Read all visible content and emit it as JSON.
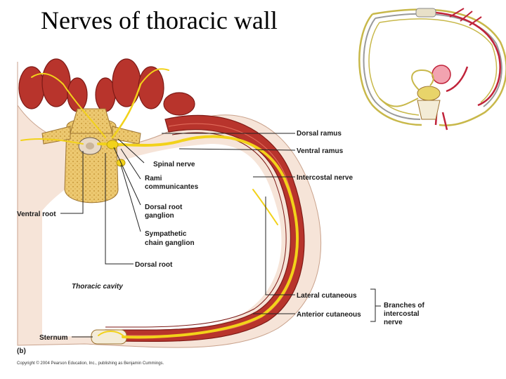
{
  "slide": {
    "title": "Nerves of thoracic wall"
  },
  "diagram": {
    "labels": {
      "dorsal_ramus": "Dorsal ramus",
      "ventral_ramus": "Ventral ramus",
      "spinal_nerve": "Spinal nerve",
      "rami_line1": "Rami",
      "rami_line2": "communicantes",
      "intercostal_nerve": "Intercostal nerve",
      "ventral_root": "Ventral root",
      "drg_line1": "Dorsal root",
      "drg_line2": "ganglion",
      "symp_line1": "Sympathetic",
      "symp_line2": "chain ganglion",
      "dorsal_root": "Dorsal root",
      "thoracic_cavity": "Thoracic cavity",
      "lateral_cutaneous": "Lateral cutaneous",
      "anterior_cutaneous": "Anterior cutaneous",
      "branches_line1": "Branches of",
      "branches_line2": "intercostal",
      "branches_line3": "nerve",
      "sternum": "Sternum",
      "panel": "(b)"
    },
    "copyright": "Copyright © 2004 Pearson Education, Inc., publishing as Benjamin Cummings.",
    "colors": {
      "muscle": "#b8342c",
      "muscle_dark": "#8a1e1a",
      "nerve": "#f2d21a",
      "bone": "#e9c46a",
      "skin": "#f6e2d6",
      "cord": "#e7d8c8",
      "artery": "#c0233a",
      "inset_nerve": "#c8b84a"
    }
  }
}
